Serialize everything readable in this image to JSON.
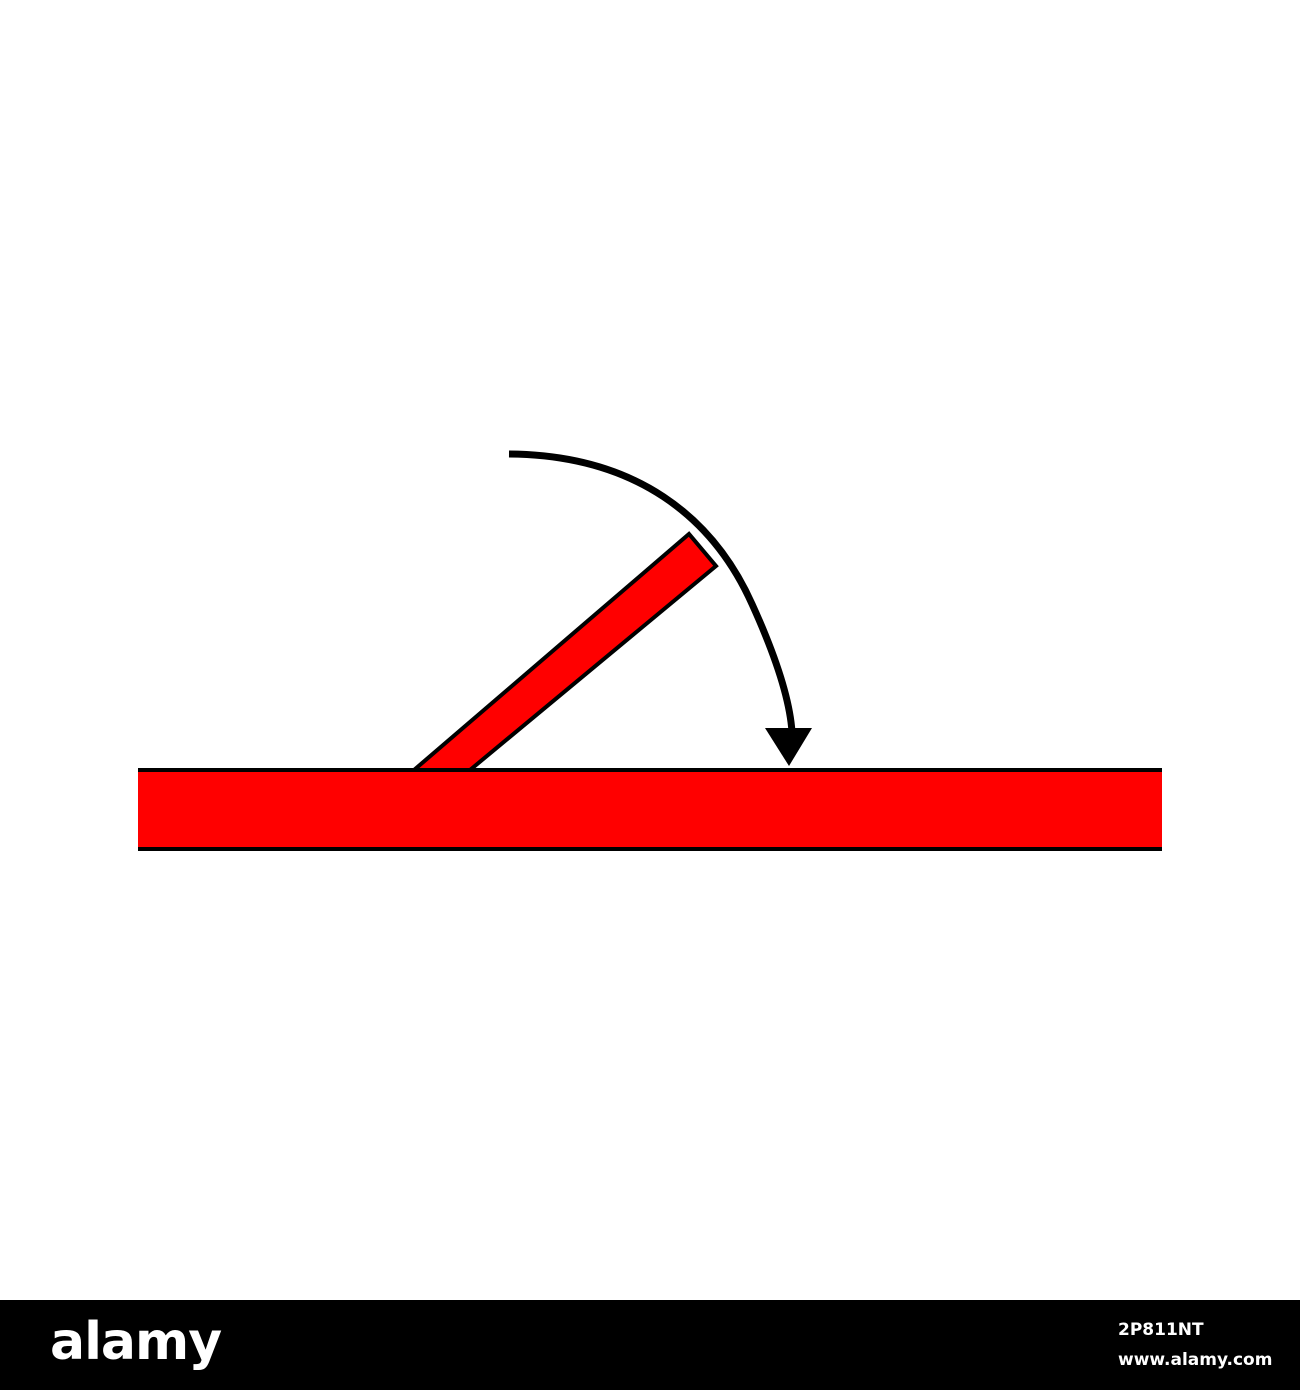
{
  "colors": {
    "background": "#ffffff",
    "board_fill": "#ff0000",
    "outline": "#000000",
    "footer": "#000000",
    "footer_text": "#ffffff"
  },
  "footer": {
    "logo": "alamy",
    "image_id": "2P811NT",
    "site": "www.alamy.com"
  }
}
